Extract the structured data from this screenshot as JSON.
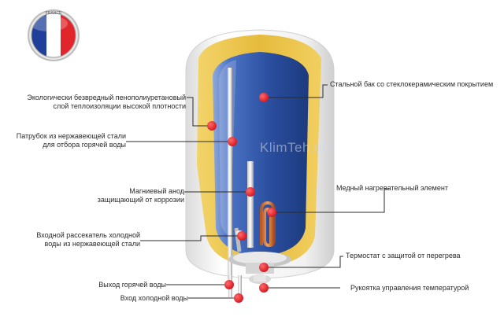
{
  "badge": {
    "country": "FRANCE",
    "flag_colors": [
      "#1f3f9a",
      "#ffffff",
      "#e0262b"
    ]
  },
  "watermark": "KlimTeh.ua",
  "colors": {
    "callout_dot": "#e01e26",
    "leader_line": "#2b2b2b",
    "tank_blue": "#3a5fb0",
    "insulation_yellow": "#e8c24a",
    "shell_white": "#f4f4f4"
  },
  "labels": {
    "insulation": [
      "Экологически безвредный пенополиуретановый",
      "слой теплоизоляции высокой плотности"
    ],
    "hot_pipe": [
      "Патрубок из нержавеющей стали",
      "для отбора горячей воды"
    ],
    "anode": [
      "Магниевый анод",
      "защищающий от коррозии"
    ],
    "cold_spreader": [
      "Входной рассекатель холодной",
      "воды из нержавеющей стали"
    ],
    "hot_out": "Выход горячей воды",
    "cold_in": "Вход холодной воды",
    "tank": "Стальной бак со стеклокерамическим покрытием",
    "heater": "Медный нагревательный элемент",
    "thermostat": "Термостат с защитой от перегрева",
    "knob": "Рукоятка управления температурой"
  }
}
